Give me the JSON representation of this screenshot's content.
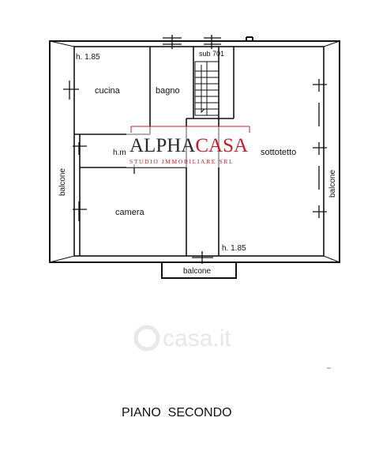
{
  "rooms": {
    "cucina": "cucina",
    "bagno": "bagno",
    "camera": "camera",
    "sottotetto": "sottotetto"
  },
  "heights": {
    "top_left": "h. 1.85",
    "bottom_right": "h. 1.85",
    "middle": "h.m"
  },
  "sub": "sub 701",
  "balconies": {
    "left": "balcone",
    "right": "balcone",
    "bottom": "balcone"
  },
  "watermark": {
    "brand_part1": "ALPHA",
    "brand_part2": "CASA",
    "brand_sub": "STUDIO IMMOBILIARE SRL",
    "site": "casa.it"
  },
  "floor_title": "PIANO  SECONDO",
  "colors": {
    "wall": "#111111",
    "brand_red": "#c0202a",
    "brand_dark": "#2a2a2a",
    "watermark_gray": "#e8e8e8"
  }
}
